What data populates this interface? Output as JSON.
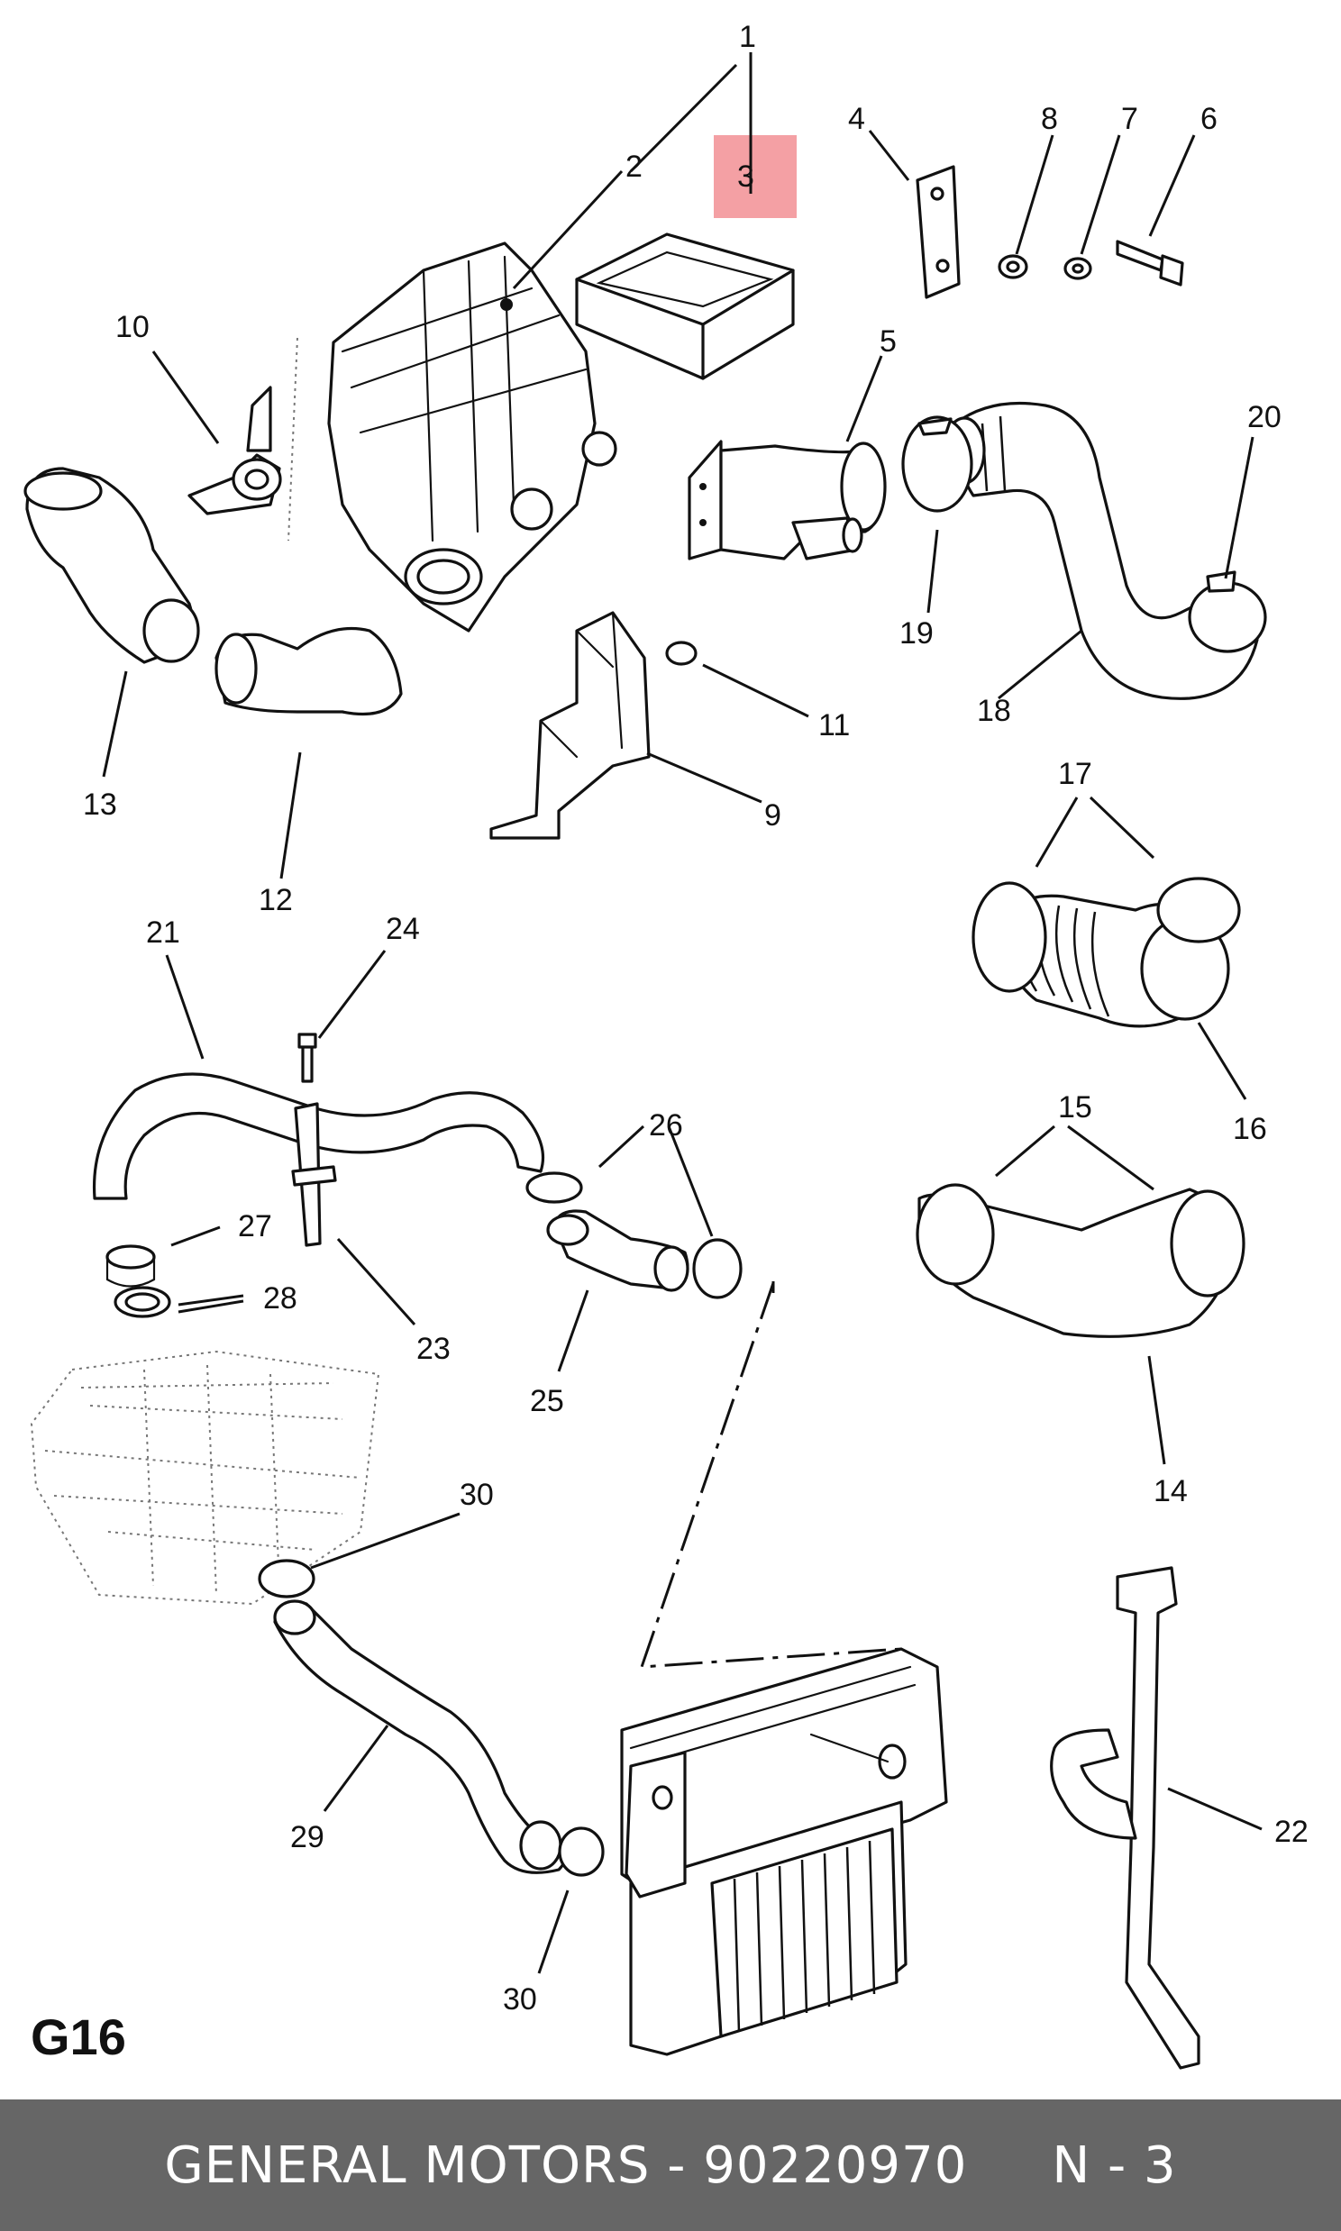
{
  "figure_code": "G16",
  "footer": {
    "text": "GENERAL MOTORS - 90220970     N - 3"
  },
  "highlight": {
    "color": "#f4a0a4",
    "part_number": "3"
  },
  "callouts": [
    {
      "id": "c1",
      "label": "1"
    },
    {
      "id": "c2",
      "label": "2"
    },
    {
      "id": "c3",
      "label": "3"
    },
    {
      "id": "c4",
      "label": "4"
    },
    {
      "id": "c5",
      "label": "5"
    },
    {
      "id": "c6",
      "label": "6"
    },
    {
      "id": "c7",
      "label": "7"
    },
    {
      "id": "c8",
      "label": "8"
    },
    {
      "id": "c9",
      "label": "9"
    },
    {
      "id": "c10",
      "label": "10"
    },
    {
      "id": "c11",
      "label": "11"
    },
    {
      "id": "c12",
      "label": "12"
    },
    {
      "id": "c13",
      "label": "13"
    },
    {
      "id": "c14",
      "label": "14"
    },
    {
      "id": "c15",
      "label": "15"
    },
    {
      "id": "c16",
      "label": "16"
    },
    {
      "id": "c17",
      "label": "17"
    },
    {
      "id": "c18",
      "label": "18"
    },
    {
      "id": "c19",
      "label": "19"
    },
    {
      "id": "c20",
      "label": "20"
    },
    {
      "id": "c21",
      "label": "21"
    },
    {
      "id": "c22",
      "label": "22"
    },
    {
      "id": "c23",
      "label": "23"
    },
    {
      "id": "c24",
      "label": "24"
    },
    {
      "id": "c25",
      "label": "25"
    },
    {
      "id": "c26",
      "label": "26"
    },
    {
      "id": "c27",
      "label": "27"
    },
    {
      "id": "c28",
      "label": "28"
    },
    {
      "id": "c29",
      "label": "29"
    },
    {
      "id": "c30a",
      "label": "30"
    },
    {
      "id": "c30b",
      "label": "30"
    }
  ]
}
